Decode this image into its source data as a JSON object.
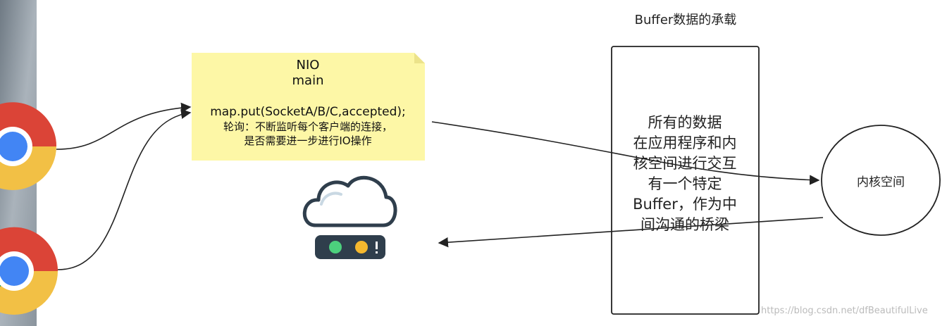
{
  "note": {
    "title": "NIO",
    "subtitle": "main",
    "code_line": "map.put(SocketA/B/C,accepted);",
    "desc_line1": "轮询：不断监听每个客户端的连接，",
    "desc_line2": "是否需要进一步进行IO操作"
  },
  "buffer": {
    "title": "Buffer数据的承载",
    "lines": [
      "所有的数据",
      "在应用程序和内",
      "核空间进行交互",
      "有一个特定",
      "Buffer，作为中",
      "间沟通的桥梁"
    ]
  },
  "kernel": {
    "label": "内核空间"
  },
  "watermark": "https://blog.csdn.net/dfBeautifulLive",
  "icons": {
    "browser": "chrome-logo-icon",
    "server": "cloud-server-icon"
  },
  "colors": {
    "note_bg": "#fdf7a6",
    "note_fold": "#ece38a",
    "stroke": "#222222",
    "chrome_red": "#db4437",
    "chrome_yellow": "#f2c045",
    "chrome_green": "#0f9d58",
    "chrome_blue": "#4285f4",
    "server_dark": "#2f3e4c",
    "led_green": "#4cd07d",
    "led_yellow": "#f5b82e"
  }
}
